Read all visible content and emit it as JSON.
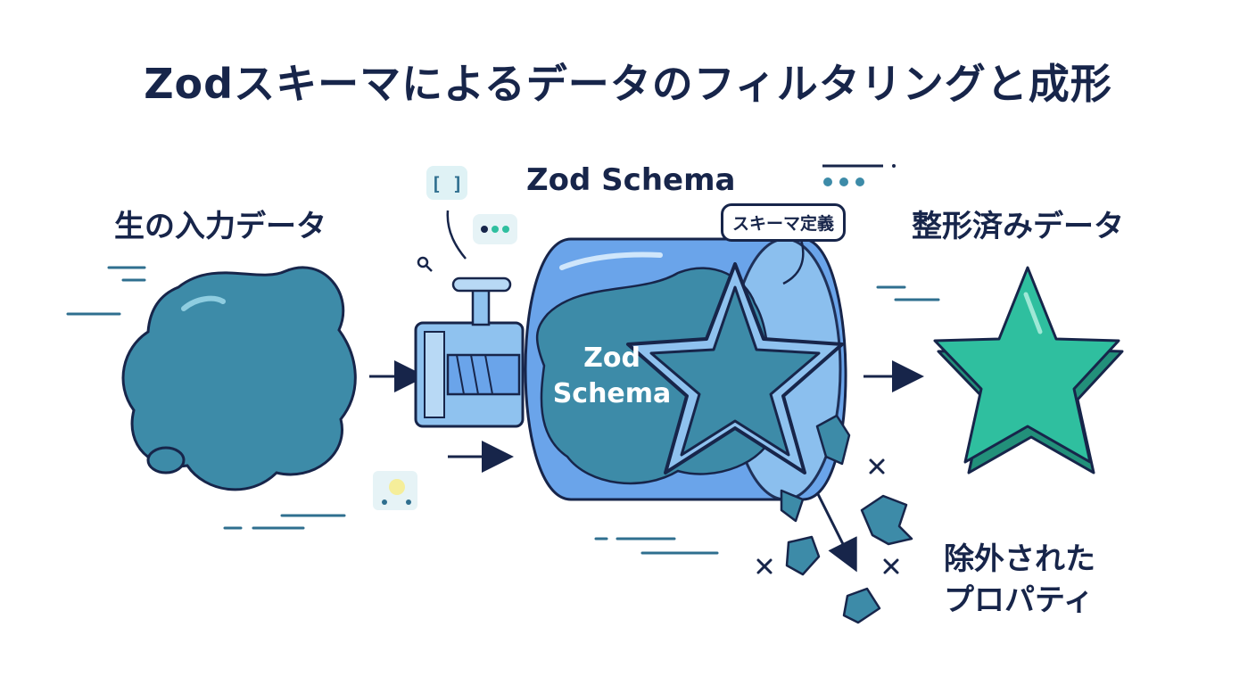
{
  "title": "Zodスキーマによるデータのフィルタリングと成形",
  "labels": {
    "raw_input": "生の入力データ",
    "schema_heading": "Zod Schema",
    "schema_definition": "スキーマ定義",
    "drum_line1": "Zod",
    "drum_line2": "Schema",
    "shaped_output": "整形済みデータ",
    "excluded_line1": "除外された",
    "excluded_line2": "プロパティ"
  },
  "icons": {
    "bracket_icon_text": "[ ]",
    "dots_icon": "dots-icon"
  },
  "colors": {
    "raw_blob": "#3d8ba8",
    "drum": "#6aa4ea",
    "star_output": "#2fbf9f",
    "ink": "#17254a"
  }
}
